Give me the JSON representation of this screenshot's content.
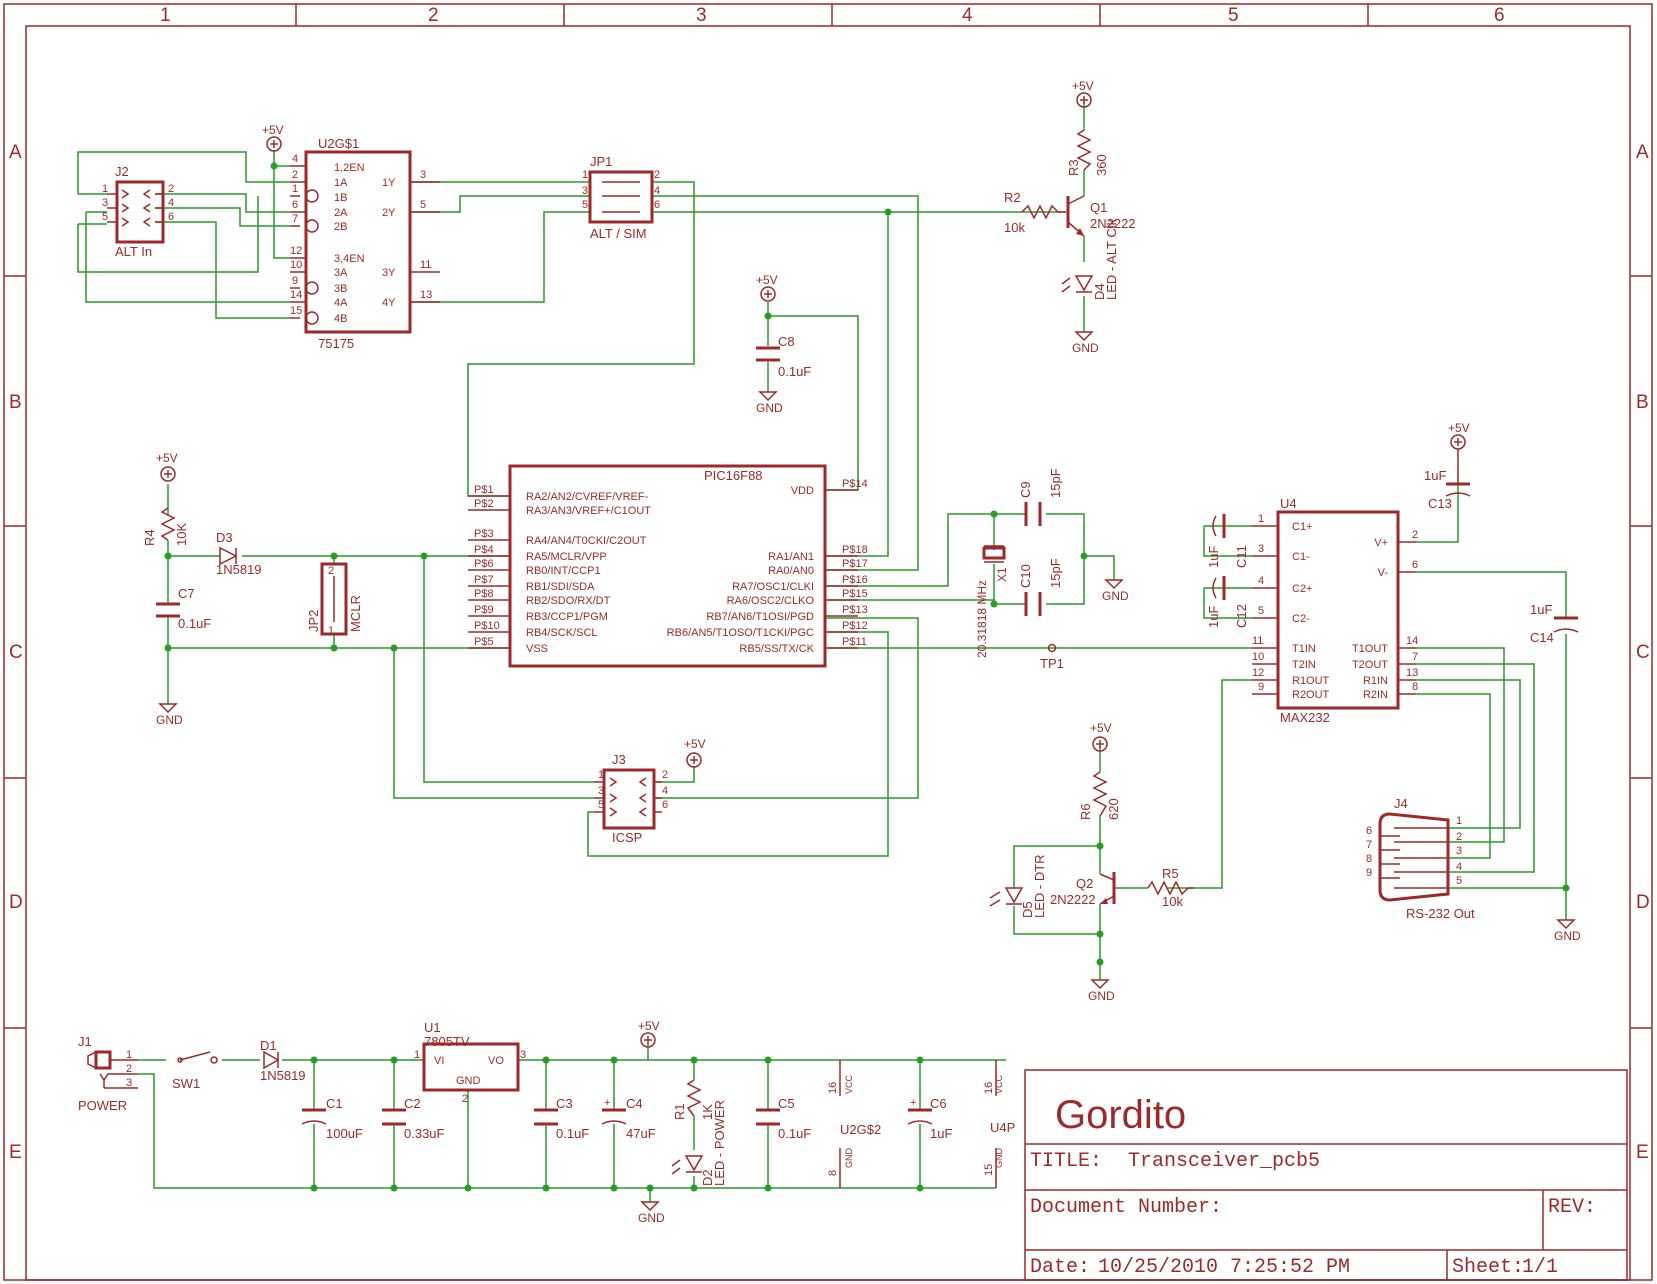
{
  "frame": {
    "cols": [
      "1",
      "2",
      "3",
      "4",
      "5",
      "6"
    ],
    "rows": [
      "A",
      "B",
      "C",
      "D",
      "E"
    ]
  },
  "title_block": {
    "project": "Gordito",
    "title_label": "TITLE:",
    "title": "Transceiver_pcb5",
    "docnum_label": "Document Number:",
    "rev_label": "REV:",
    "date_label": "Date:",
    "date": "10/25/2010 7:25:52 PM",
    "sheet_label": "Sheet:",
    "sheet": "1/1"
  },
  "labels": {
    "vcc": "+5V",
    "gnd": "GND",
    "u2_name": "U2G$1",
    "u2_part": "75175",
    "u2_pins": {
      "1,2EN": "1,2EN",
      "1A": "1A",
      "1B": "1B",
      "2A": "2A",
      "2B": "2B",
      "3,4EN": "3,4EN",
      "3A": "3A",
      "3B": "3B",
      "4A": "4A",
      "4B": "4B",
      "1Y": "1Y",
      "2Y": "2Y",
      "3Y": "3Y",
      "4Y": "4Y"
    },
    "j2": "J2",
    "j2_val": "ALT In",
    "jp1": "JP1",
    "jp1_val": "ALT / SIM",
    "r2": "R2",
    "r2_val": "10k",
    "r3": "R3",
    "r3_val": "360",
    "q1": "Q1",
    "q1_val": "2N2222",
    "d4": "D4",
    "d4_val": "LED - ALT Clk",
    "c8": "C8",
    "c8_val": "0.1uF",
    "pic": "PIC16F88",
    "pic_left": [
      "RA2/AN2/CVREF/VREF-",
      "RA3/AN3/VREF+/C1OUT",
      "RA4/AN4/T0CKI/C2OUT",
      "RA5/MCLR/VPP",
      "RB0/INT/CCP1",
      "RB1/SDI/SDA",
      "RB2/SDO/RX/DT",
      "RB3/CCP1/PGM",
      "RB4/SCK/SCL",
      "VSS"
    ],
    "pic_left_pins": [
      "P$1",
      "P$2",
      "P$3",
      "P$4",
      "P$6",
      "P$7",
      "P$8",
      "P$9",
      "P$10",
      "P$5"
    ],
    "pic_right": [
      "VDD",
      "RA1/AN1",
      "RA0/AN0",
      "RA7/OSC1/CLKI",
      "RA6/OSC2/CLKO",
      "RB7/AN6/T1OSI/PGD",
      "RB6/AN5/T1OSO/T1CKI/PGC",
      "RB5/SS/TX/CK"
    ],
    "pic_right_pins": [
      "P$14",
      "P$18",
      "P$17",
      "P$16",
      "P$15",
      "P$13",
      "P$12",
      "P$11"
    ],
    "r4": "R4",
    "r4_val": "10K",
    "d3": "D3",
    "d3_val": "1N5819",
    "c7": "C7",
    "c7_val": "0.1uF",
    "jp2": "JP2",
    "jp2_val": "MCLR",
    "c9": "C9",
    "c9_val": "15pF",
    "c10": "C10",
    "c10_val": "15pF",
    "x1": "X1",
    "x1_val": "20.31818 MHz",
    "tp1": "TP1",
    "j3": "J3",
    "j3_val": "ICSP",
    "u4": "U4",
    "u4_part": "MAX232",
    "u4_left": [
      "C1+",
      "C1-",
      "C2+",
      "C2-",
      "T1IN",
      "T2IN",
      "R1OUT",
      "R2OUT"
    ],
    "u4_right": [
      "V+",
      "V-",
      "T1OUT",
      "T2OUT",
      "R1IN",
      "R2IN"
    ],
    "c11": "C11",
    "c11_val": "1uF",
    "c12": "C12",
    "c12_val": "1uF",
    "c13": "C13",
    "c13_val": "1uF",
    "c14": "C14",
    "c14_val": "1uF",
    "r6": "R6",
    "r6_val": "620",
    "r5": "R5",
    "r5_val": "10k",
    "q2": "Q2",
    "q2_val": "2N2222",
    "d5": "D5",
    "d5_val": "LED - DTR",
    "j4": "J4",
    "j4_val": "RS-232 Out",
    "j1": "J1",
    "j1_val": "POWER",
    "sw1": "SW1",
    "d1": "D1",
    "d1_val": "1N5819",
    "u1": "U1",
    "u1_part": "7805TV",
    "u1_vi": "VI",
    "u1_vo": "VO",
    "u1_gnd": "GND",
    "c1": "C1",
    "c1_val": "100uF",
    "c2": "C2",
    "c2_val": "0.33uF",
    "c3": "C3",
    "c3_val": "0.1uF",
    "c4": "C4",
    "c4_val": "47uF",
    "r1": "R1",
    "r1_val": "1K",
    "d2": "D2",
    "d2_val": "LED - POWER",
    "c5": "C5",
    "c5_val": "0.1uF",
    "c6": "C6",
    "c6_val": "1uF",
    "u2g2": "U2G$2",
    "u4p": "U4P",
    "vcc_pin": "VCC",
    "gnd_pin": "GND"
  }
}
